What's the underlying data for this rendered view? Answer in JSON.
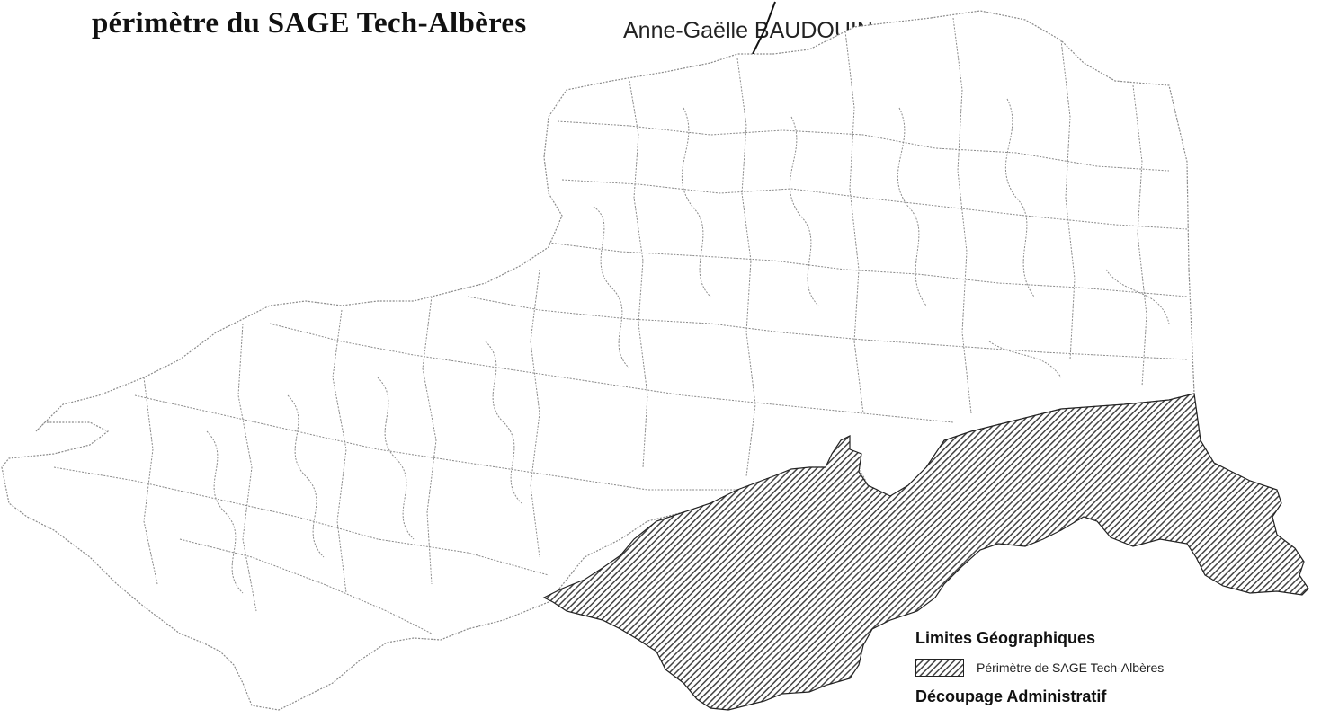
{
  "map": {
    "title": "périmètre du SAGE Tech-Albères",
    "signature": "Anne-Gaëlle BAUDOUIN",
    "colors": {
      "hatch": "#555555",
      "boundary": "#8a8a8a",
      "background": "#ffffff"
    }
  },
  "legend": {
    "heading": "Limites Géographiques",
    "items": [
      {
        "label": "Périmètre de SAGE Tech-Albères",
        "swatch": "hatched"
      }
    ],
    "heading_2": "Découpage Administratif"
  }
}
